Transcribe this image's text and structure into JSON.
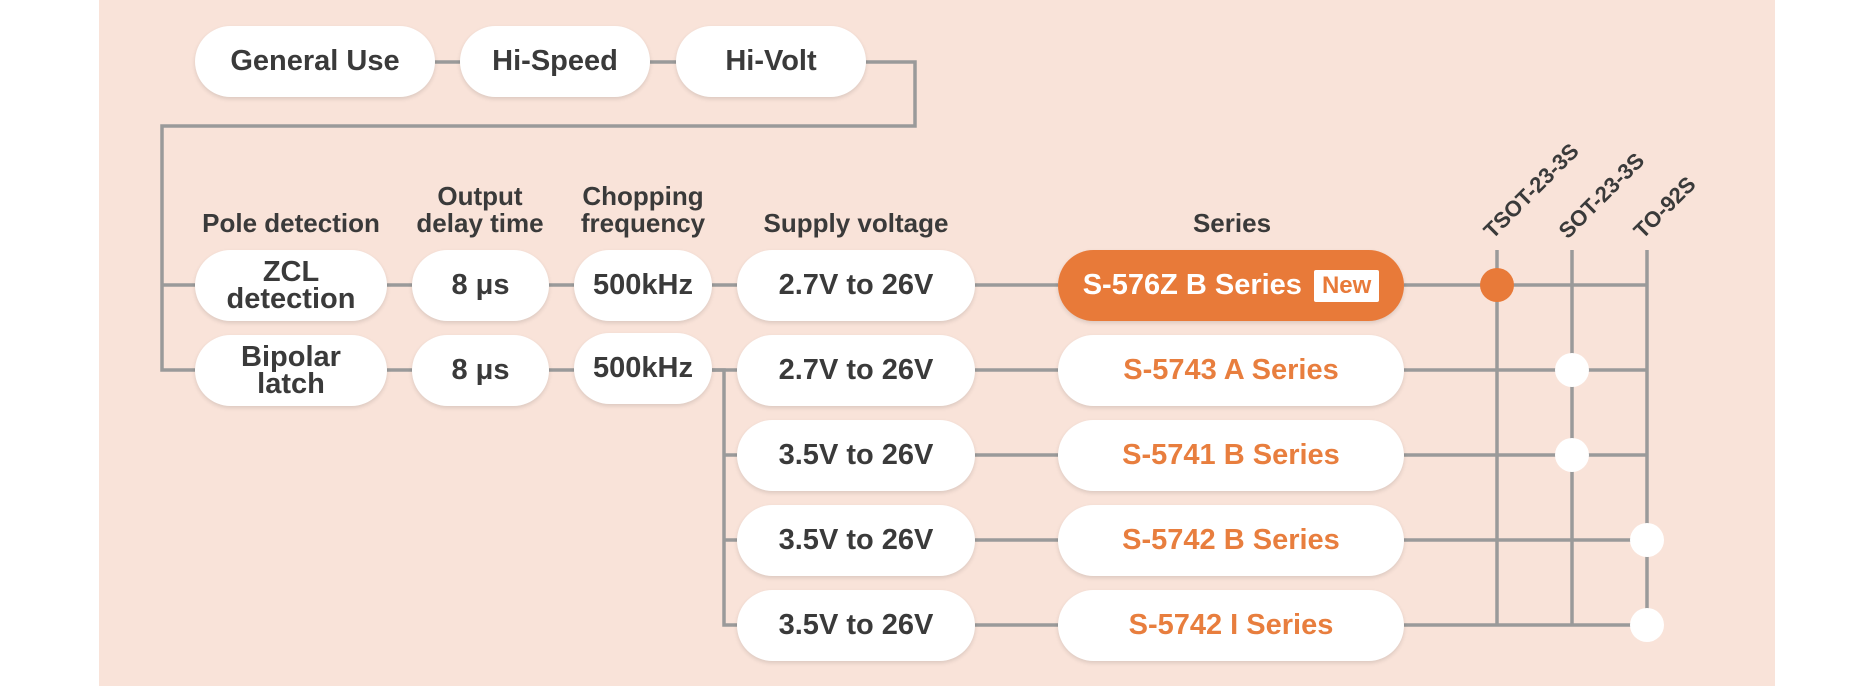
{
  "top_row": [
    "General Use",
    "Hi-Speed",
    "Hi-Volt"
  ],
  "headers": {
    "pole_detection": "Pole detection",
    "output_delay_time": "Output\ndelay time",
    "chopping_frequency": "Chopping\nfrequency",
    "supply_voltage": "Supply voltage",
    "series": "Series"
  },
  "packages": [
    "TSOT-23-3S",
    "SOT-23-3S",
    "TO-92S"
  ],
  "rows": [
    {
      "pole": "ZCL\ndetection",
      "delay": "8 μs",
      "freq": "500kHz",
      "voltage": "2.7V to 26V",
      "series": "S-576Z B Series",
      "badge": "New",
      "highlight": true,
      "package": "TSOT-23-3S"
    },
    {
      "pole": "Bipolar\nlatch",
      "delay": "8 μs",
      "freq": "500kHz",
      "voltage": "2.7V to 26V",
      "series": "S-5743 A Series",
      "package": "SOT-23-3S"
    },
    {
      "voltage": "3.5V to 26V",
      "series": "S-5741 B Series",
      "package": "SOT-23-3S"
    },
    {
      "voltage": "3.5V to 26V",
      "series": "S-5742 B Series",
      "package": "TO-92S"
    },
    {
      "voltage": "3.5V to 26V",
      "series": "S-5742 I Series",
      "package": "TO-92S"
    }
  ],
  "colors": {
    "accent": "#e87a39",
    "background": "#f9e3d9",
    "line": "#9a9a9a",
    "text": "#3a3a3a"
  }
}
